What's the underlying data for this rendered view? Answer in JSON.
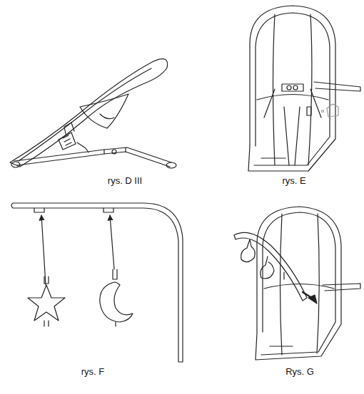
{
  "diagram": {
    "labels": [
      "rys. D III",
      "rys. E",
      "rys. F",
      "Rys. G"
    ]
  }
}
